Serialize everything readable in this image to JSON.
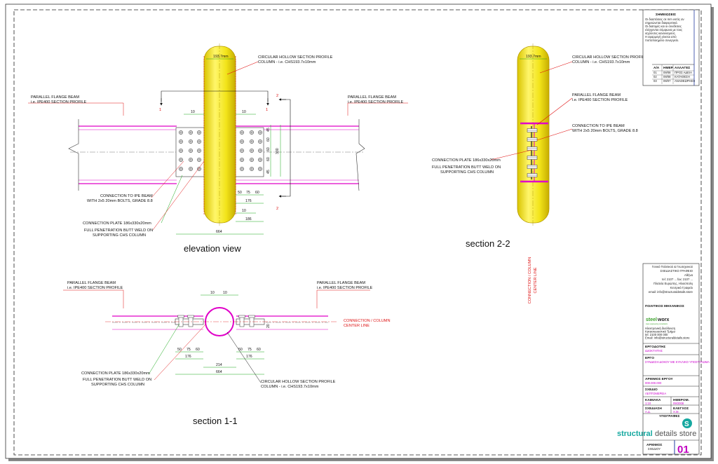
{
  "views": {
    "elevation_title": "elevation view",
    "section22_title": "section 2-2",
    "section11_title": "section 1-1"
  },
  "labels": {
    "chs_line1": "CIRCULAR HOLLOW SECTION PROFILE",
    "chs_line2": "COLUMN - i.e. CHS193.7x10mm",
    "beam_line1": "PARALLEL FLANGE BEAM",
    "beam_line2": "i.e. IPE400 SECTION PROFILE",
    "bolts_line1": "CONNECTION TO IPE BEAM",
    "bolts_line2": "WITH 2x5 20mm BOLTS, GRADE 8.8",
    "plate": "CONNECTION PLATE 186x330x20mm",
    "weld_line1": "FULL PENETRATION BUTT WELD ON",
    "weld_line2": "SUPPORTING CHS COLUMN",
    "center_line1": "CONNECTION / COLUMN",
    "center_line2": "CENTER LINE"
  },
  "dims": {
    "col_width": "193.7mm",
    "gap": "10",
    "plate_height": "330",
    "bolt_v_45": "45",
    "bolt_v_60": "60",
    "bolt_h_50": "50",
    "bolt_h_75": "75",
    "bolt_h_60": "60",
    "plate_176": "176",
    "plate_186": "186",
    "overall_664": "664",
    "inner_214": "214",
    "flange_20": "20",
    "section_mark_1": "1",
    "section_mark_2": "2"
  },
  "titleblock": {
    "notes_head": "ΣΗΜΕΙΩΣΕΙΣ",
    "notes_lines": [
      "Οι διαστάσεις σε mm εκτός αν",
      "σημειώνεται διαφορετικά.",
      "Οι διατομές και οι συνδέσεις",
      "ελέγχονται σύμφωνα με τους",
      "ισχύοντες κανονισμούς.",
      "Η εφαρμογή γίνεται από",
      "πιστοποιημένο συνεργείο."
    ],
    "rev_head": [
      "Α/Α",
      "ΗΜΕΡ.",
      "ΑΛΛΑΓΕΣ"
    ],
    "rev_rows": [
      [
        "01",
        "09/08",
        "ΠΡΟΣ ΑΔΕΙΑ"
      ],
      [
        "02",
        "09/08",
        "ΚΑΤΑΘΕΣΗ"
      ],
      [
        "03",
        "09/07",
        "ΑΝΑΘΕΩΡΗΣΗ"
      ]
    ],
    "designer_head": "ΠΟΛΙΤΙΚΟΣ ΜΗΧΑΝΙΚΟΣ",
    "designer_lines": [
      "Γενικό Πολιτικού & Γεωτεχνικού",
      "ΣΧΕΔΙΑΣΤΙΚΟ ΓΡΑΦΕΙΟ",
      "Αθήνα",
      "tel: 2107 ... fax: 2107 ...",
      "Πλατεία Ευρώπης, Ηλιούπολη",
      "Κεντρικό Γραφείο",
      "email: info@structuraldetails.store"
    ],
    "brand_word1": "steel",
    "brand_word2": "worx",
    "brand_tag": "steel engineering consultants",
    "designer_sub": [
      "Ηλεκτρονική διεύθυνση",
      "Κατασκευαστικό Τμήμα",
      "tel: 2100 000 000",
      "Email: info@structuraldetails.store"
    ],
    "owner_head": "ΕΡΓΟΔΟΤΗΣ",
    "owner_val": "ΙΔΙΟΚΤΗΤΗΣ",
    "project_head": "ΕΡΓΟ",
    "project_val": "ΣΥΝΔΕΣΗ ΔΟΚΟΥ ΜΕ ΚΥΚΛΙΚΟ ΥΠΟΣΤΥΛΩΜΑ",
    "projno_head": "ΑΡΙΘΜΟΣ ΕΡΓΟΥ",
    "projno_val": "000.000.000",
    "drawing_head": "ΣΧΕΔΙΟ",
    "drawing_val": "ΛΕΠΤΟΜΕΡΕΙΑ",
    "scale_head": "ΚΛΙΜΑΚΑ",
    "scale_val": "1:10",
    "date_head": "ΗΜΕΡΟΜ.",
    "date_val": "09/2008",
    "drawn_head": "ΣΧΕΔΙΑΣΗ",
    "drawn_val": "Α.Δ.",
    "check_head": "ΕΛΕΓΧΟΣ",
    "check_val": "Χ.Μ.",
    "sign_head": "ΥΠΟΓΡΑΦΕΣ",
    "store_word1": "structural",
    "store_word2": "details store",
    "sheet_head": "ΑΡΙΘΜΟΣ",
    "sheet_sub": "ΣΧΕΔΙΟΥ",
    "sheet_no": "01"
  },
  "colors": {
    "column_fill": "#f5ef22",
    "column_stroke": "#c9a800",
    "beam_magenta": "#e000c8",
    "annotation_red": "#e01010",
    "dim_green": "#18a818",
    "sheet_no": "#c000c0"
  }
}
